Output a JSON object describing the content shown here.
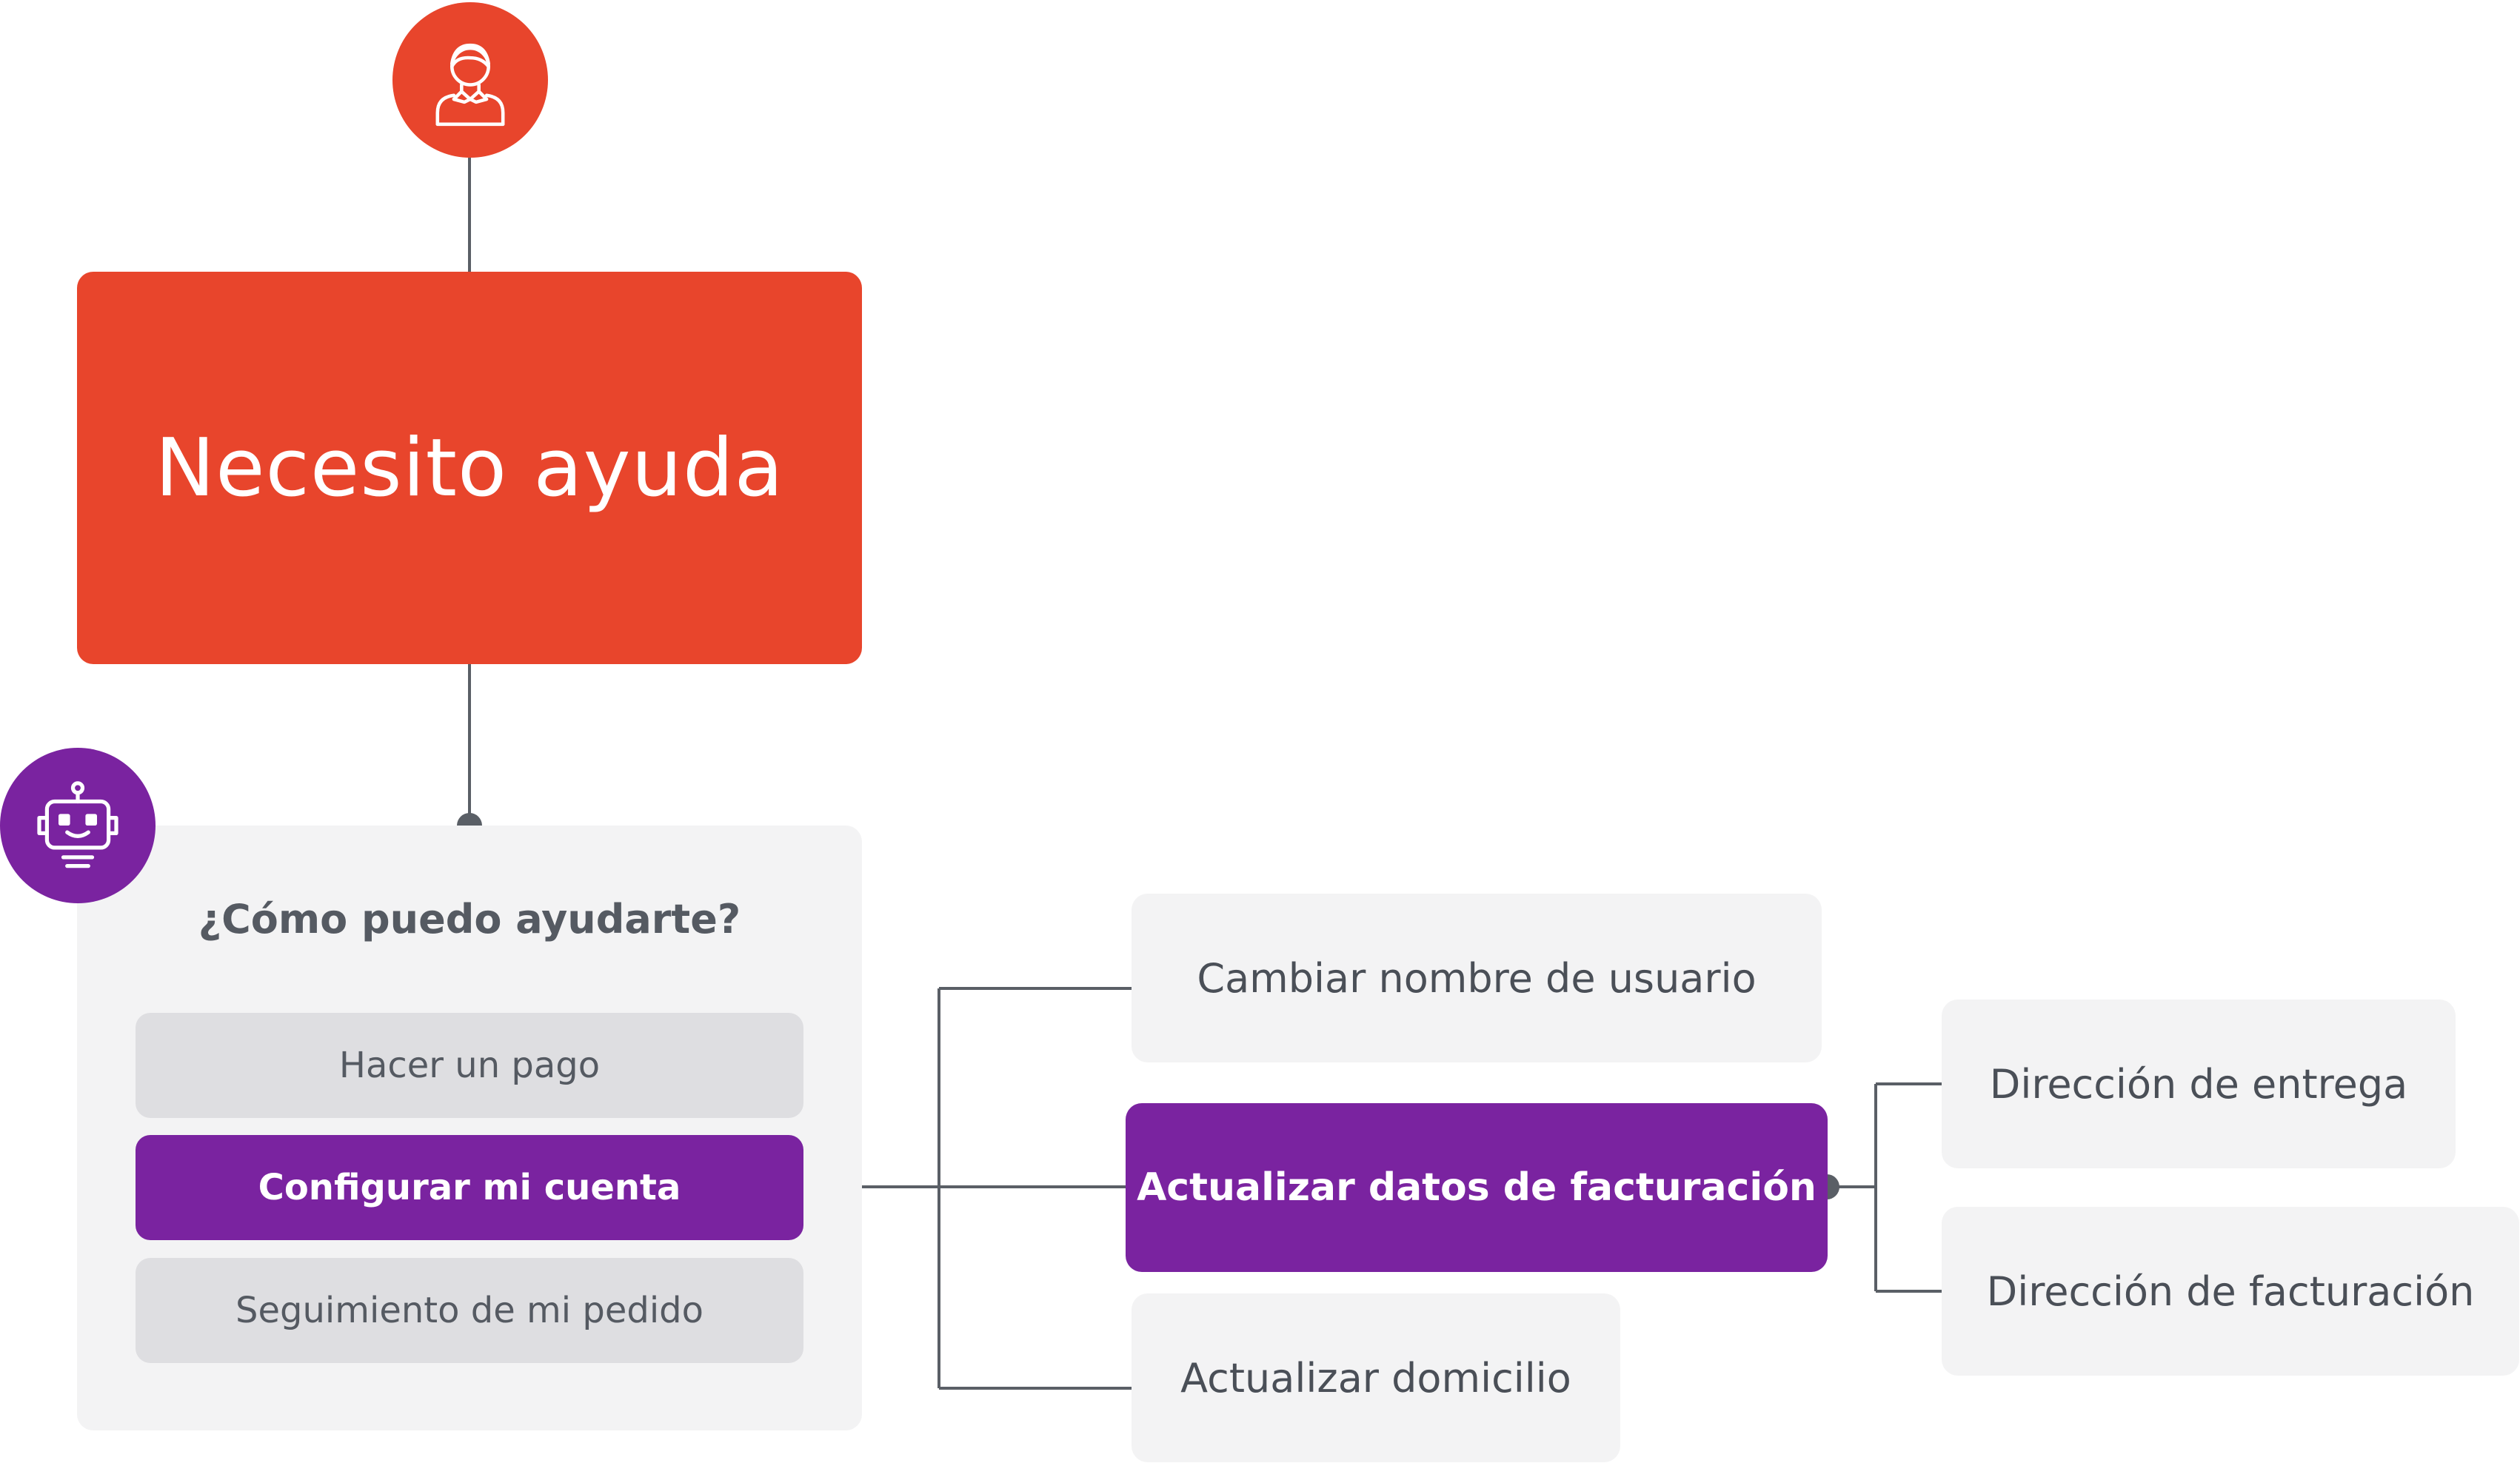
{
  "diagram": {
    "user_node": {
      "icon": "user-icon",
      "label": "Necesito ayuda"
    },
    "bot_node": {
      "icon": "robot-icon",
      "question": "¿Cómo puedo ayudarte?",
      "options": [
        {
          "label": "Hacer un pago",
          "selected": false
        },
        {
          "label": "Configurar mi cuenta",
          "selected": true
        },
        {
          "label": "Seguimiento de mi pedido",
          "selected": false
        }
      ]
    },
    "account_options": [
      {
        "label": "Cambiar nombre de usuario",
        "selected": false
      },
      {
        "label": "Actualizar datos de facturación",
        "selected": true
      },
      {
        "label": "Actualizar domicilio",
        "selected": false
      }
    ],
    "billing_options": [
      {
        "label": "Dirección de entrega",
        "selected": false
      },
      {
        "label": "Dirección de facturación",
        "selected": false
      }
    ]
  },
  "colors": {
    "user_accent": "#e8452c",
    "bot_accent": "#7a23a0",
    "panel_bg": "#f3f3f4",
    "option_bg": "#dedee1",
    "text_gray": "#555a62",
    "connector": "#5a5f66"
  }
}
